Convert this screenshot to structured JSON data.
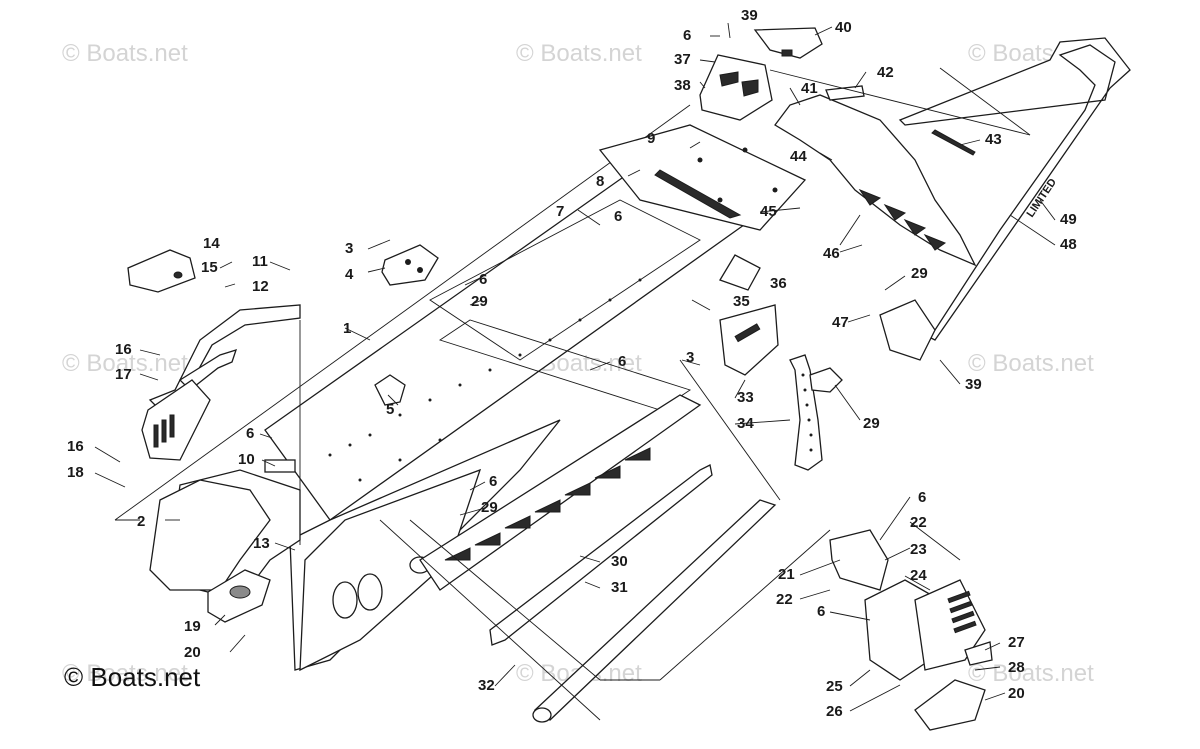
{
  "watermarks": [
    {
      "text": "© Boats.net"
    },
    {
      "text": "© Boats.net"
    },
    {
      "text": "© Boats.net"
    },
    {
      "text": "© Boats.net"
    },
    {
      "text": "© Boats.net"
    },
    {
      "text": "© Boats.net"
    },
    {
      "text": "© Boats.net"
    },
    {
      "text": "© Boats.net"
    },
    {
      "text": "© Boats.net"
    }
  ],
  "copyright": "© Boats.net",
  "decal_text": {
    "limited": "LIMITED"
  },
  "callouts": [
    "1",
    "2",
    "3",
    "3",
    "4",
    "5",
    "6",
    "6",
    "6",
    "6",
    "6",
    "6",
    "6",
    "6",
    "7",
    "8",
    "9",
    "10",
    "11",
    "12",
    "13",
    "14",
    "15",
    "16",
    "16",
    "17",
    "18",
    "19",
    "20",
    "20",
    "21",
    "22",
    "22",
    "23",
    "24",
    "25",
    "26",
    "27",
    "28",
    "29",
    "29",
    "29",
    "29",
    "30",
    "31",
    "32",
    "33",
    "34",
    "35",
    "36",
    "37",
    "38",
    "39",
    "39",
    "40",
    "41",
    "42",
    "43",
    "44",
    "45",
    "46",
    "47",
    "48",
    "49"
  ]
}
